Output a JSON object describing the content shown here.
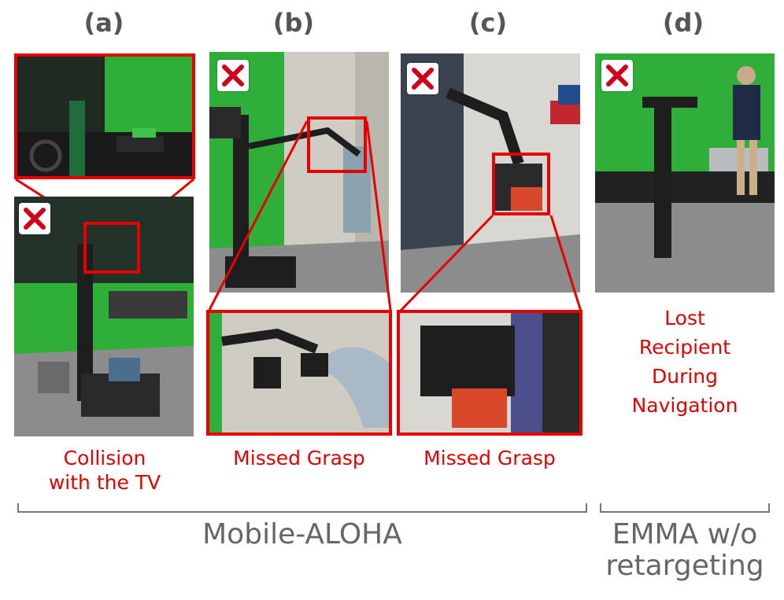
{
  "panels": [
    {
      "label": "(a)",
      "caption_lines": [
        "Collision",
        "with the TV"
      ]
    },
    {
      "label": "(b)",
      "caption_lines": [
        "Missed Grasp"
      ]
    },
    {
      "label": "(c)",
      "caption_lines": [
        "Missed Grasp"
      ]
    },
    {
      "label": "(d)",
      "caption_lines": [
        "Lost",
        "Recipient",
        "During",
        "Navigation"
      ]
    }
  ],
  "groups": {
    "left": "Mobile-ALOHA",
    "right_line1": "EMMA w/o",
    "right_line2": "retargeting"
  },
  "colors": {
    "accent_red": "#e60000",
    "green_screen": "#2fae3a",
    "gray_text": "#666666"
  },
  "icons": [
    "x-mark-icon"
  ]
}
